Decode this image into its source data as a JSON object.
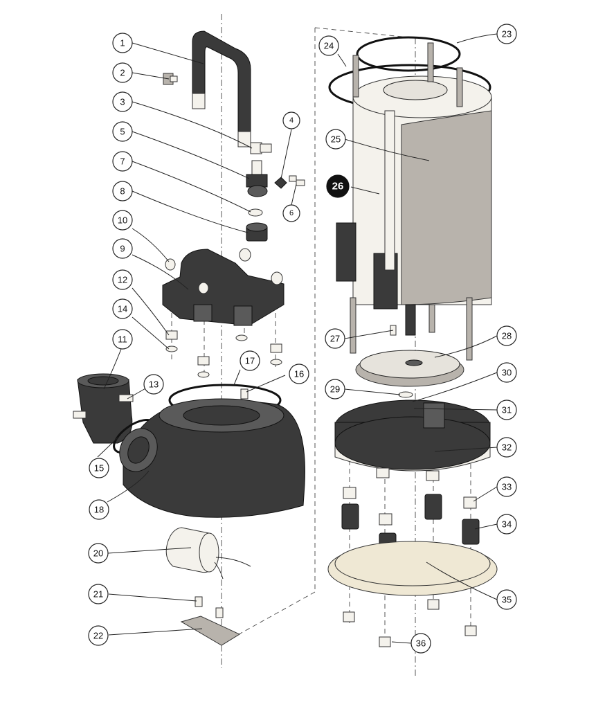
{
  "callouts": [
    {
      "id": "1",
      "label": "1"
    },
    {
      "id": "2",
      "label": "2"
    },
    {
      "id": "3",
      "label": "3"
    },
    {
      "id": "4",
      "label": "4"
    },
    {
      "id": "5",
      "label": "5"
    },
    {
      "id": "6",
      "label": "6"
    },
    {
      "id": "7",
      "label": "7"
    },
    {
      "id": "8",
      "label": "8"
    },
    {
      "id": "9",
      "label": "9"
    },
    {
      "id": "10",
      "label": "10"
    },
    {
      "id": "11",
      "label": "11"
    },
    {
      "id": "12",
      "label": "12"
    },
    {
      "id": "13",
      "label": "13"
    },
    {
      "id": "14",
      "label": "14"
    },
    {
      "id": "15",
      "label": "15"
    },
    {
      "id": "16",
      "label": "16"
    },
    {
      "id": "17",
      "label": "17"
    },
    {
      "id": "18",
      "label": "18"
    },
    {
      "id": "20",
      "label": "20"
    },
    {
      "id": "21",
      "label": "21"
    },
    {
      "id": "22",
      "label": "22"
    },
    {
      "id": "23",
      "label": "23"
    },
    {
      "id": "24",
      "label": "24"
    },
    {
      "id": "25",
      "label": "25"
    },
    {
      "id": "26",
      "label": "26"
    },
    {
      "id": "27",
      "label": "27"
    },
    {
      "id": "28",
      "label": "28"
    },
    {
      "id": "29",
      "label": "29"
    },
    {
      "id": "30",
      "label": "30"
    },
    {
      "id": "31",
      "label": "31"
    },
    {
      "id": "32",
      "label": "32"
    },
    {
      "id": "33",
      "label": "33"
    },
    {
      "id": "34",
      "label": "34"
    },
    {
      "id": "35",
      "label": "35"
    },
    {
      "id": "36",
      "label": "36"
    }
  ],
  "colors": {
    "dark_part": "#3a3a3a",
    "motor_shell": "#b8b3ac",
    "base_plate": "#efe8d4"
  }
}
